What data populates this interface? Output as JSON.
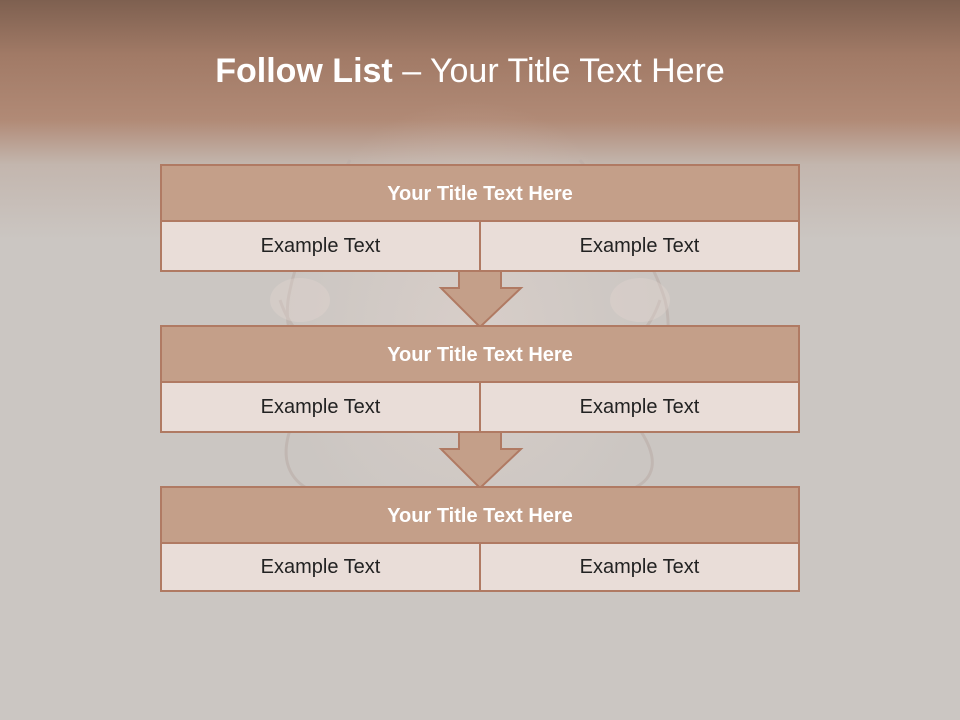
{
  "title": {
    "bold": "Follow List",
    "rest": " – Your Title Text Here"
  },
  "blocks": [
    {
      "title": "Your Title Text Here",
      "left": "Example Text",
      "right": "Example Text"
    },
    {
      "title": "Your Title Text Here",
      "left": "Example Text",
      "right": "Example Text"
    },
    {
      "title": "Your Title Text Here",
      "left": "Example Text",
      "right": "Example Text"
    }
  ],
  "colors": {
    "header_band": "#a17a66",
    "block_header": "#c49f89",
    "block_cell": "#e9ddd8",
    "border": "#b07a63",
    "background": "#cbc6c2"
  }
}
